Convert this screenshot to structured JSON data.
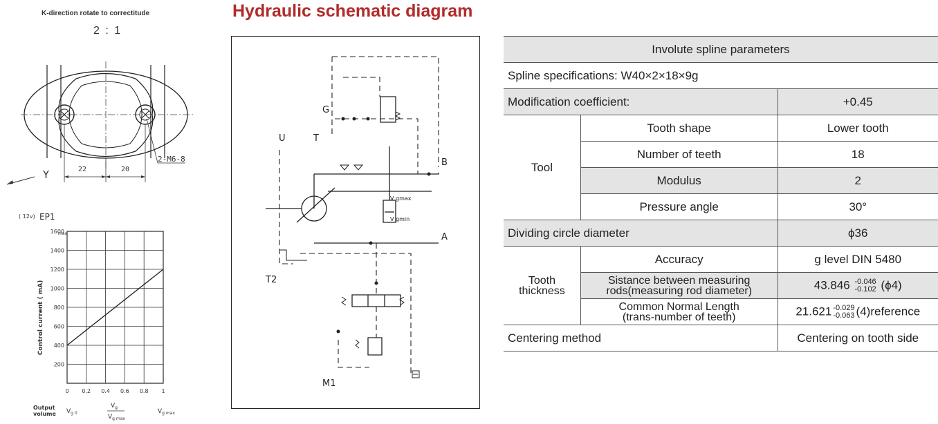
{
  "left_drawing": {
    "title": "K-direction rotate to correctitude",
    "scale": "2 : 1",
    "dim_left": "22",
    "dim_right": "20",
    "hole_label": "2-M6-8",
    "view_label": "Y"
  },
  "chart_data": {
    "type": "line",
    "title": "EP1",
    "voltage_label": "( 12v)",
    "ylabel": "Control current  ( mA)",
    "xlabel": "Output volume",
    "ylim": [
      0,
      1600
    ],
    "xlim": [
      0,
      1
    ],
    "y_ticks": [
      "200",
      "400",
      "600",
      "800",
      "1000",
      "1200",
      "1400",
      "1600"
    ],
    "y_max_label": "max",
    "x_ticks": [
      "0",
      "0.2",
      "0.4",
      "0.6",
      "0.8",
      "1"
    ],
    "x_sub_labels": [
      "V g 0",
      "V g / V g max",
      "V g max"
    ],
    "grid": true,
    "series": [
      {
        "x": [
          0,
          1
        ],
        "y": [
          400,
          1200
        ]
      }
    ]
  },
  "schematic": {
    "title": "Hydraulic schematic diagram",
    "ports": [
      "G",
      "U",
      "T",
      "B",
      "A",
      "T2",
      "M1"
    ],
    "vgmax": "V gmax",
    "vgmin": "V gmin"
  },
  "table": {
    "header": "Involute spline parameters",
    "spec": "Spline specifications: W40×2×18×9g",
    "mod_label": "Modification coefficient:",
    "mod_value": "+0.45",
    "tool_label": "Tool",
    "tool_rows": [
      {
        "param": "Tooth shape",
        "value": "Lower tooth"
      },
      {
        "param": "Number of teeth",
        "value": "18"
      },
      {
        "param": "Modulus",
        "value": "2"
      },
      {
        "param": "Pressure angle",
        "value": "30°"
      }
    ],
    "div_label": "Dividing circle diameter",
    "div_value": "ϕ36",
    "thick_label_1": "Tooth",
    "thick_label_2": "thickness",
    "accuracy_label": "Accuracy",
    "accuracy_value": "g level DIN 5480",
    "rod_label_1": "Sistance between measuring",
    "rod_label_2": "rods(measuring rod diameter)",
    "rod_value": "43.846",
    "rod_upper": "-0.046",
    "rod_lower": "-0.102",
    "rod_dia": "(ϕ4)",
    "cnl_label_1": "Common Normal Length",
    "cnl_label_2": "(trans-number of teeth)",
    "cnl_value": "21.621",
    "cnl_upper": "-0.029",
    "cnl_lower": "-0.063",
    "cnl_suffix": "(4)reference",
    "center_label": "Centering method",
    "center_value": "Centering on tooth side"
  }
}
